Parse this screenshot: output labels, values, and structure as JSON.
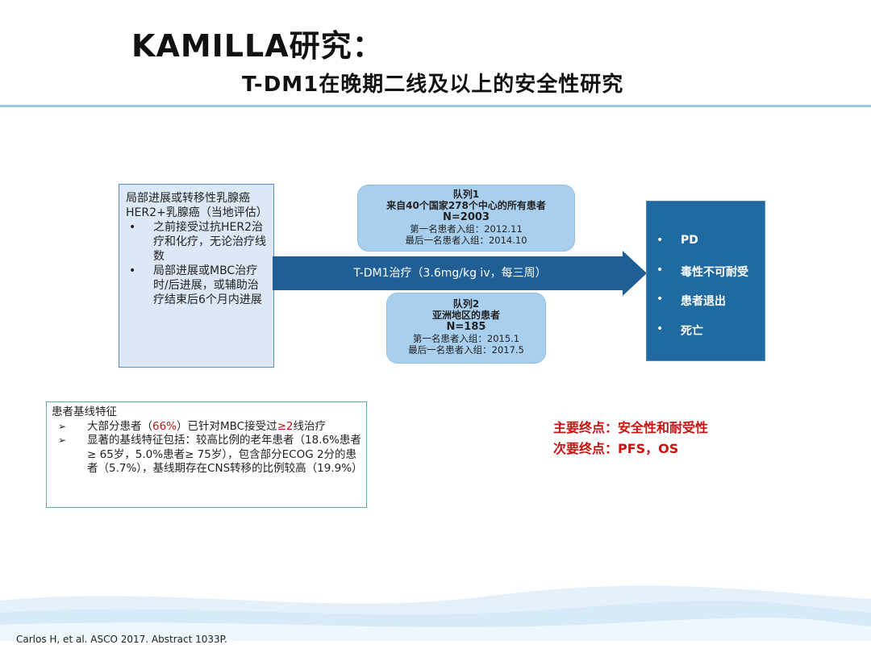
{
  "header": {
    "title": "KAMILLA研究：",
    "subtitle": "T-DM1在晚期二线及以上的安全性研究"
  },
  "population": {
    "intro": "局部进展或转移性乳腺癌HER2+乳腺癌（当地评估）",
    "bullets": [
      "之前接受过抗HER2治疗和化疗，无论治疗线数",
      "局部进展或MBC治疗时/后进展，或辅助治疗结束后6个月内进展"
    ]
  },
  "treatment": "T-DM1治疗（3.6mg/kg iv，每三周）",
  "cohort1": {
    "title": "队列1",
    "desc": "来自40个国家278个中心的所有患者",
    "n": "N=2003",
    "first": "第一名患者入组：2012.11",
    "last": "最后一名患者入组：2014.10"
  },
  "cohort2": {
    "title": "队列2",
    "desc": "亚洲地区的患者",
    "n": "N=185",
    "first": "第一名患者入组：2015.1",
    "last": "最后一名患者入组：2017.5"
  },
  "outcomes": [
    "PD",
    "毒性不可耐受",
    "患者退出",
    "死亡"
  ],
  "baseline": {
    "heading": "患者基线特征",
    "item1_a": "大部分患者（",
    "item1_pct": "66%",
    "item1_b": "）已针对MBC接受过",
    "item1_ge": "≥2",
    "item1_c": "线治疗",
    "item2": "显著的基线特征包括：较高比例的老年患者（18.6%患者≥ 65岁，5.0%患者≥ 75岁），包含部分ECOG 2分的患者（5.7%），基线期存在CNS转移的比例较高（19.9%）"
  },
  "endpoints": {
    "primary": "主要终点：安全性和耐受性",
    "secondary": "次要终点：PFS，OS"
  },
  "citation": "Carlos H, et al. ASCO 2017. Abstract 1033P.",
  "colors": {
    "bar": "#1f5f96",
    "cohort": "#a9cfee",
    "accent": "#cc1111"
  }
}
